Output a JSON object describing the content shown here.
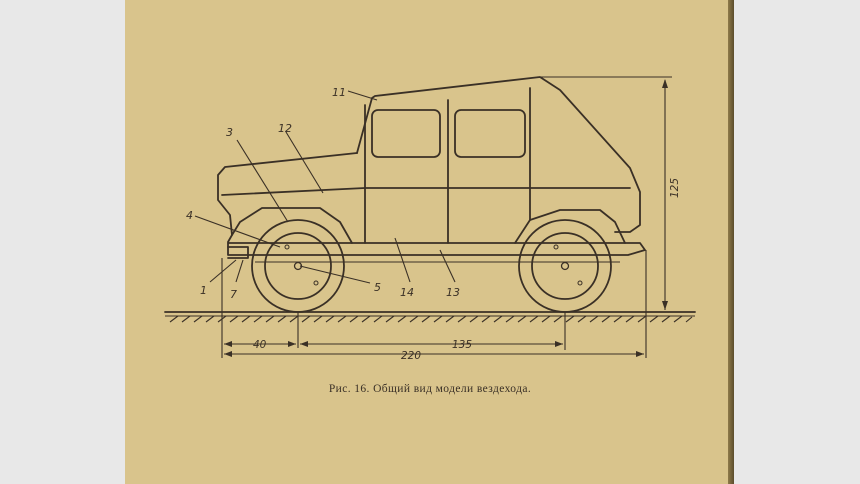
{
  "caption": "Рис. 16. Общий вид модели вездехода.",
  "callouts": [
    "1",
    "3",
    "4",
    "5",
    "7",
    "11",
    "12",
    "13",
    "14"
  ],
  "dimensions": {
    "height": "125",
    "front_offset": "40",
    "wheelbase": "135",
    "overall_length": "220"
  },
  "colors": {
    "paper": "#d9c48c",
    "ink": "#3a3026",
    "background": "#e8e8e8"
  }
}
